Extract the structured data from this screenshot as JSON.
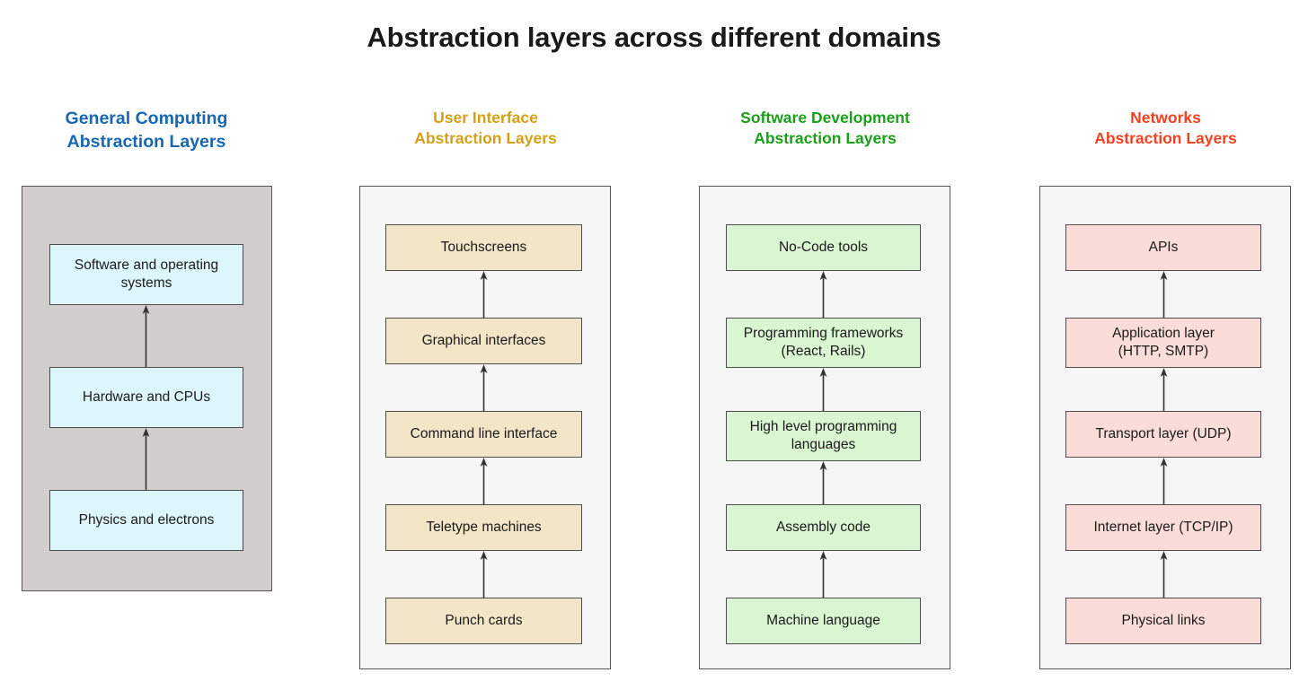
{
  "title": "Abstraction layers across different domains",
  "columns": [
    {
      "id": "general-computing",
      "header": "General Computing\nAbstraction Layers",
      "header_color": "#1668b3",
      "panel_color": "#d1cecc",
      "box_color": "#ddf6fb",
      "layers": [
        "Software and operating\nsystems",
        "Hardware and CPUs",
        "Physics and electrons"
      ]
    },
    {
      "id": "user-interface",
      "header": "User Interface\nAbstraction Layers",
      "header_color": "#d4a017",
      "panel_color": "#f6f6f6",
      "box_color": "#f3e5c7",
      "layers": [
        "Touchscreens",
        "Graphical interfaces",
        "Command line interface",
        "Teletype machines",
        "Punch cards"
      ]
    },
    {
      "id": "software-development",
      "header": "Software Development\nAbstraction Layers",
      "header_color": "#1aa01a",
      "panel_color": "#f6f6f6",
      "box_color": "#d9f5d1",
      "layers": [
        "No-Code tools",
        "Programming frameworks\n(React, Rails)",
        "High level programming\nlanguages",
        "Assembly code",
        "Machine language"
      ]
    },
    {
      "id": "networks",
      "header": "Networks\nAbstraction Layers",
      "header_color": "#f04323",
      "panel_color": "#f6f6f6",
      "box_color": "#fadcd8",
      "layers": [
        "APIs",
        "Application layer\n(HTTP, SMTP)",
        "Transport layer (UDP)",
        "Internet layer (TCP/IP)",
        "Physical links"
      ]
    }
  ],
  "arrow_direction": "up",
  "arrow_color": "#333333"
}
